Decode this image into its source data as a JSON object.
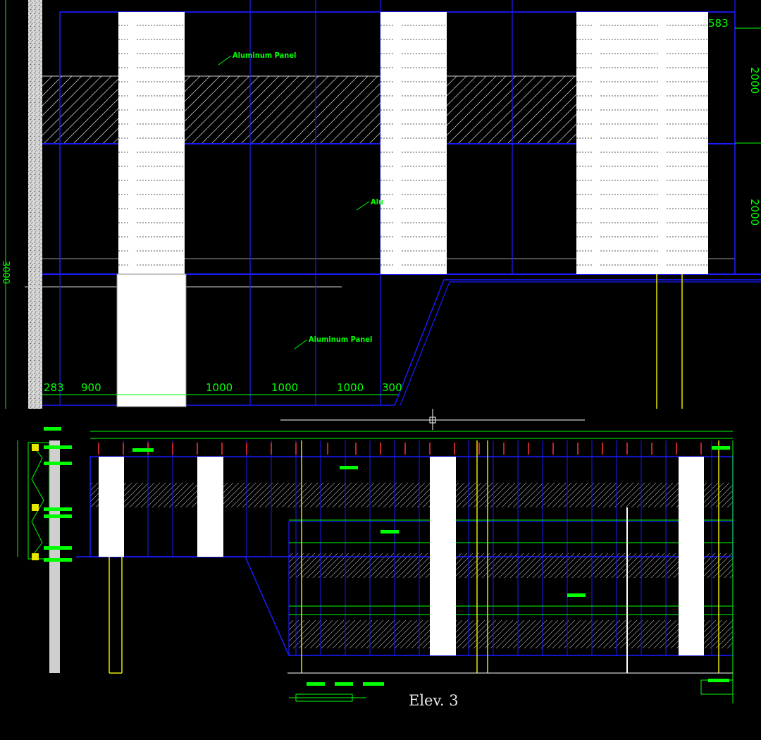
{
  "drawing": {
    "title": "Elev. 3",
    "labels": {
      "panel_upper": "Aluminum Panel",
      "panel_mid": "Alu",
      "panel_lower": "Aluminum Panel"
    },
    "dimensions_bottom": [
      "283",
      "900",
      "1000",
      "1000",
      "1000",
      "300"
    ],
    "dimension_top_right": "583",
    "dimensions_right": [
      "2000",
      "2000"
    ],
    "dimension_left": "3000"
  },
  "colors": {
    "background": "#000000",
    "grid_blue": "#1a1aff",
    "annotation_green": "#00ff00",
    "column_yellow": "#e6e600",
    "panel_white": "#ffffff",
    "title_text": "#e8e8e8"
  }
}
